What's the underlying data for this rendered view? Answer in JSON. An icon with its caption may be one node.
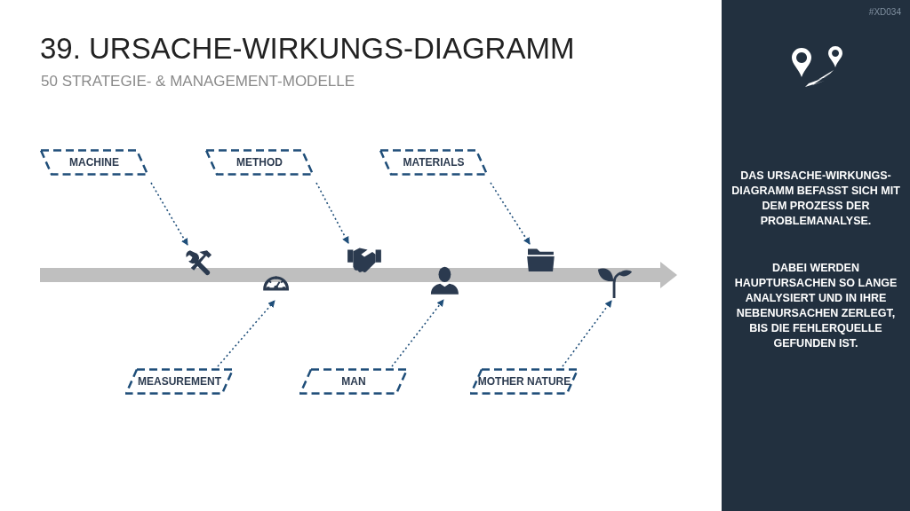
{
  "diagram": {
    "title": "39. URSACHE-WIRKUNGS-DIAGRAMM",
    "nodes": [
      {
        "text": [
          "MACHINE"
        ]
      },
      {
        "text": [
          "METHOD"
        ]
      },
      {
        "text": [
          "MATERIALS"
        ]
      },
      {
        "text": [],
        "shape": "wrench"
      },
      {
        "text": [],
        "shape": "gauge"
      },
      {
        "text": [],
        "shape": "handshake"
      },
      {
        "text": [],
        "shape": "person"
      },
      {
        "text": [],
        "shape": "folder"
      },
      {
        "text": [],
        "shape": "plant"
      },
      {
        "text": [
          "MEASUREMENT"
        ]
      },
      {
        "text": [
          "MAN"
        ]
      },
      {
        "text": [
          "MOTHER NATURE"
        ]
      }
    ],
    "edges": [
      {
        "from": 0,
        "to": 3,
        "arrow": "to",
        "style": "dashed"
      },
      {
        "from": 1,
        "to": 5,
        "arrow": "to",
        "style": "dashed"
      },
      {
        "from": 2,
        "to": 7,
        "arrow": "to",
        "style": "dashed"
      },
      {
        "from": 9,
        "to": 4,
        "arrow": "to",
        "style": "dashed"
      },
      {
        "from": 10,
        "to": 6,
        "arrow": "to",
        "style": "dashed"
      },
      {
        "from": 11,
        "to": 8,
        "arrow": "to",
        "style": "dashed"
      }
    ],
    "labels": [
      "50 STRATEGIE- & MANAGEMENT-MODELLE",
      "#XD034",
      "DAS URSACHE-WIRKUNGS-DIAGRAMM BEFASST SICH MIT DEM PROZESS DER PROBLEMANALYSE.",
      "DABEI WERDEN HAUPTURSACHEN SO LANGE ANALYSIERT UND IN IHRE NEBENURSACHEN ZERLEGT, BIS DIE FEHLERQUELLE GEFUNDEN IST."
    ]
  }
}
